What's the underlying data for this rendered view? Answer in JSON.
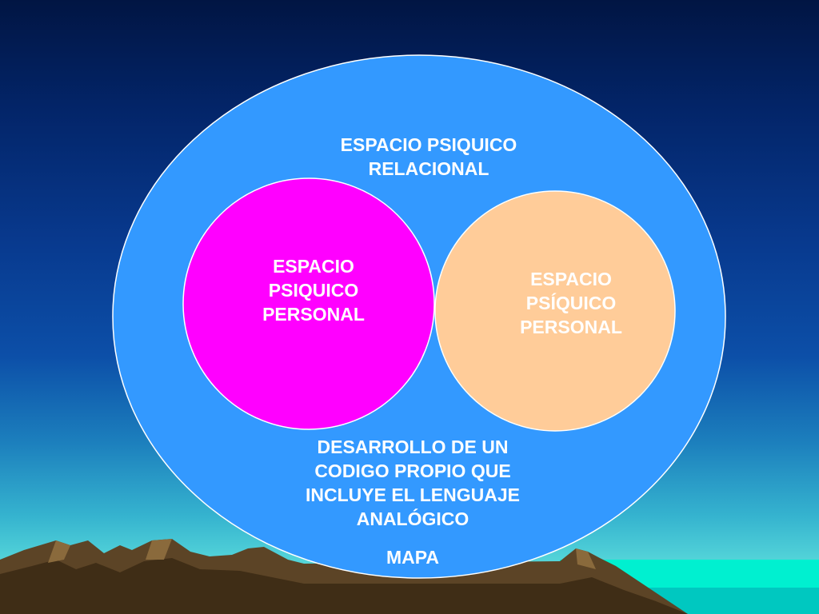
{
  "colors": {
    "outer_circle": "#3399ff",
    "left_circle": "#ff00ff",
    "right_circle": "#ffcc99",
    "text": "#ffffff",
    "mountains": "#5c4426",
    "sea": "#00f0d0"
  },
  "diagram": {
    "outer": {
      "lines": [
        "ESPACIO PSIQUICO",
        "RELACIONAL"
      ]
    },
    "left": {
      "lines": [
        "ESPACIO",
        "PSIQUICO",
        "PERSONAL"
      ]
    },
    "right": {
      "lines": [
        "ESPACIO",
        "PSÍQUICO",
        "PERSONAL"
      ]
    },
    "bottom": {
      "lines": [
        "DESARROLLO DE UN",
        "CODIGO PROPIO QUE",
        "INCLUYE EL LENGUAJE",
        "ANALÓGICO"
      ]
    },
    "map": "MAPA"
  }
}
